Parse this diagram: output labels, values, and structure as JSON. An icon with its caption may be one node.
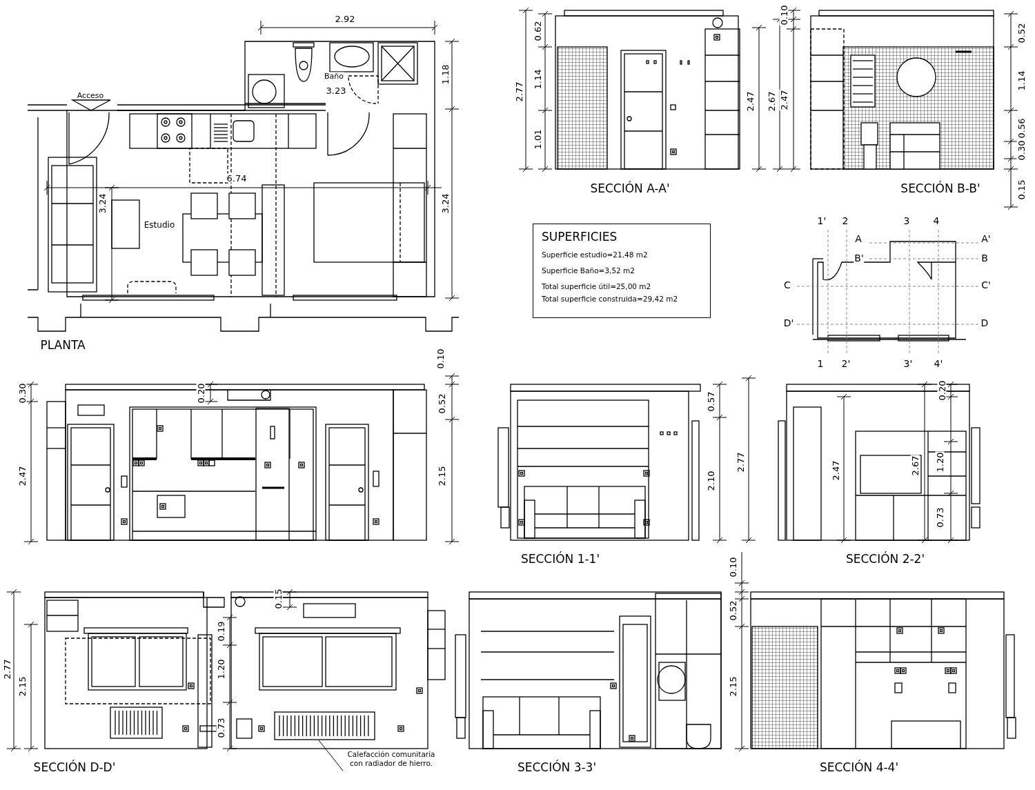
{
  "diagram": {
    "nodes": [
      {
        "text": [
          "SUPERFICIES",
          "Superficie estudio=21,48 m2",
          "Superficie Baño=3,52 m2",
          "Total superficie útil=25,00 m2",
          "Total superficie construida=29,42 m2"
        ]
      },
      {
        "text": [
          "Calefacción comunitaria con radiador de hierro."
        ]
      },
      {
        "text": [],
        "shape": "box"
      }
    ],
    "edges": [
      {
        "from": 1,
        "to": 2,
        "arrow": "none"
      }
    ],
    "labels": [
      "2.92",
      "Acceso",
      "Baño",
      "3.23",
      "1.18",
      "6.74",
      "3.24",
      "Estudio",
      "3.24",
      "PLANTA",
      "2.77",
      "0.62",
      "1.14",
      "1.01",
      "2.47",
      "2.67",
      "SECCIÓN A-A'",
      "0.10",
      "2.47",
      "0.52",
      "1.14",
      "0.56",
      "0.30",
      "0.15",
      "SECCIÓN B-B'",
      "1'",
      "2",
      "3",
      "4",
      "A",
      "A'",
      "B'",
      "B",
      "C",
      "C'",
      "D'",
      "D",
      "1",
      "2'",
      "3'",
      "4'",
      "0.10",
      "0.30",
      "0.20",
      "0.52",
      "2.47",
      "2.15",
      "0.57",
      "2.77",
      "2.10",
      "SECCIÓN 1-1'",
      "0.20",
      "2.67",
      "1.20",
      "2.47",
      "0.73",
      "SECCIÓN 2-2'",
      "0.10",
      "0.15",
      "0.52",
      "0.19",
      "2.77",
      "1.20",
      "2.15",
      "2.15",
      "0.73",
      "SECCIÓN D-D'",
      "SECCIÓN 3-3'",
      "SECCIÓN 4-4'"
    ]
  }
}
